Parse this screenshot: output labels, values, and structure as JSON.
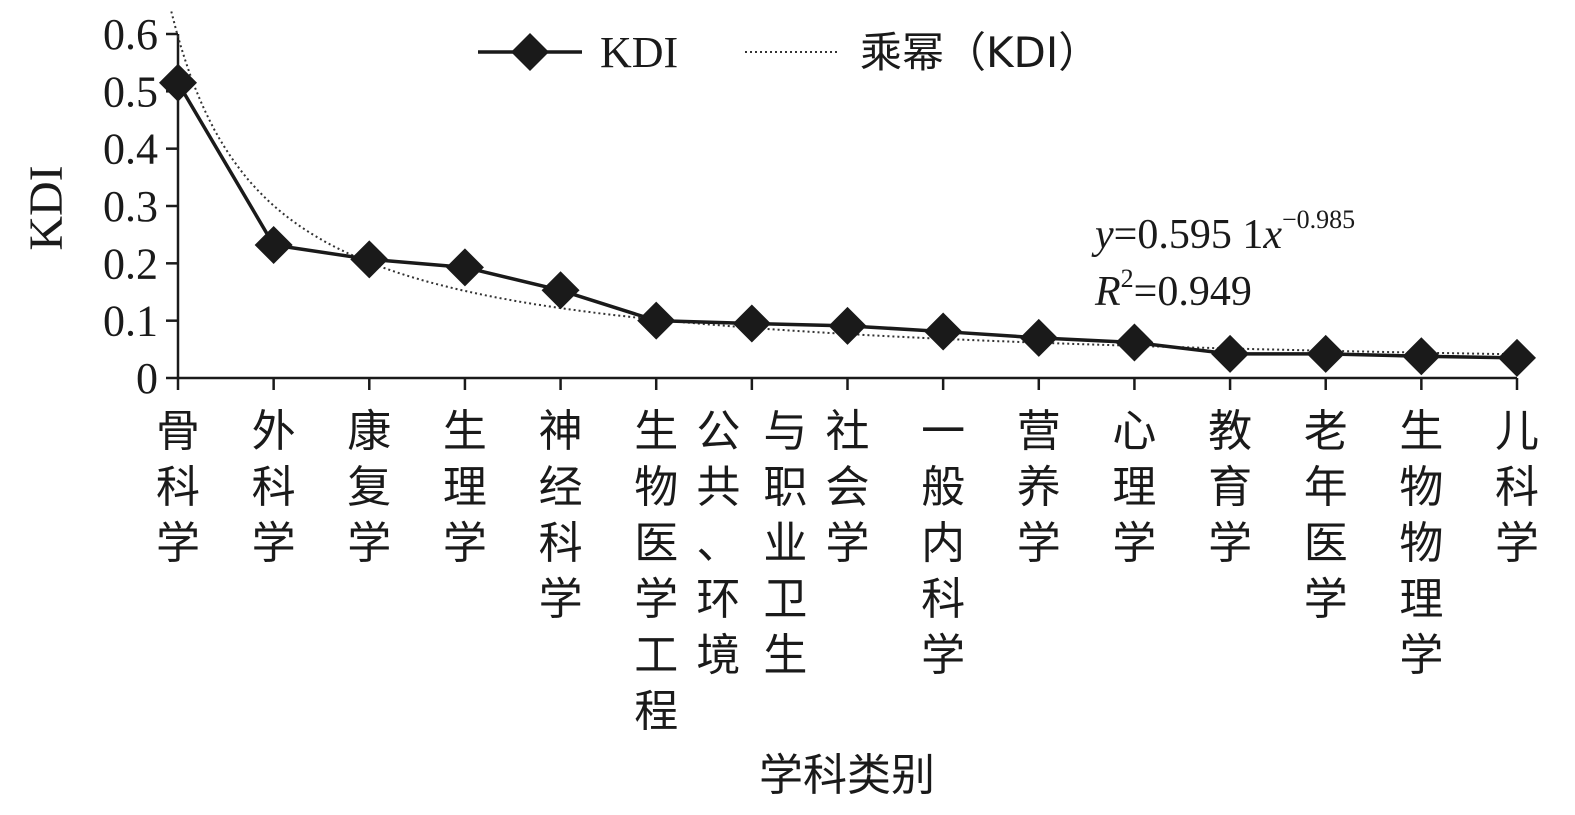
{
  "chart_data": {
    "type": "line",
    "xlabel": "学科类别",
    "ylabel": "KDI",
    "ylim": [
      0,
      0.6
    ],
    "yticks": [
      "0",
      "0.1",
      "0.2",
      "0.3",
      "0.4",
      "0.5",
      "0.6"
    ],
    "categories": [
      [
        "骨",
        "科",
        "学"
      ],
      [
        "外",
        "科",
        "学"
      ],
      [
        "康",
        "复",
        "学"
      ],
      [
        "生",
        "理",
        "学"
      ],
      [
        "神",
        "经",
        "科",
        "学"
      ],
      [
        "生",
        "物",
        "医",
        "学",
        "工",
        "程"
      ],
      [
        "公",
        "共",
        "、",
        "环",
        "境"
      ],
      [
        "与",
        "职",
        "业",
        "卫",
        "生"
      ],
      [
        "社",
        "会",
        "学"
      ],
      [
        "一",
        "般",
        "内",
        "科",
        "学"
      ],
      [
        "营",
        "养",
        "学"
      ],
      [
        "心",
        "理",
        "学"
      ],
      [
        "教",
        "育",
        "学"
      ],
      [
        "老",
        "年",
        "医",
        "学"
      ],
      [
        "生",
        "物",
        "物",
        "理",
        "学"
      ],
      [
        "儿",
        "科",
        "学"
      ]
    ],
    "category_positions": [
      1,
      2,
      3,
      4,
      5,
      6,
      6.65,
      7.35,
      8,
      9,
      10,
      11,
      12,
      13,
      14,
      15
    ],
    "series": [
      {
        "name": "KDI",
        "style": "solid-diamond",
        "x": [
          1,
          2,
          3,
          4,
          5,
          6,
          7,
          8,
          9,
          10,
          11,
          12,
          13,
          14,
          15
        ],
        "values": [
          0.515,
          0.232,
          0.207,
          0.193,
          0.153,
          0.1,
          0.095,
          0.091,
          0.081,
          0.07,
          0.062,
          0.042,
          0.042,
          0.038,
          0.035
        ]
      },
      {
        "name": "乘幂（KDI）",
        "style": "dotted-trend",
        "formula": {
          "a": 0.5951,
          "b": -0.985
        }
      }
    ],
    "annotation": {
      "eq_y": "y",
      "eq_body": "=0.595 1",
      "eq_x": "x",
      "eq_exp": "−0.985",
      "r_label": "R",
      "r_sup": "2",
      "r_value": "=0.949"
    },
    "legend_position": "top-center",
    "grid": false,
    "colors": {
      "line": "#1a1a1a",
      "marker": "#1a1a1a",
      "trend": "#333333"
    }
  }
}
